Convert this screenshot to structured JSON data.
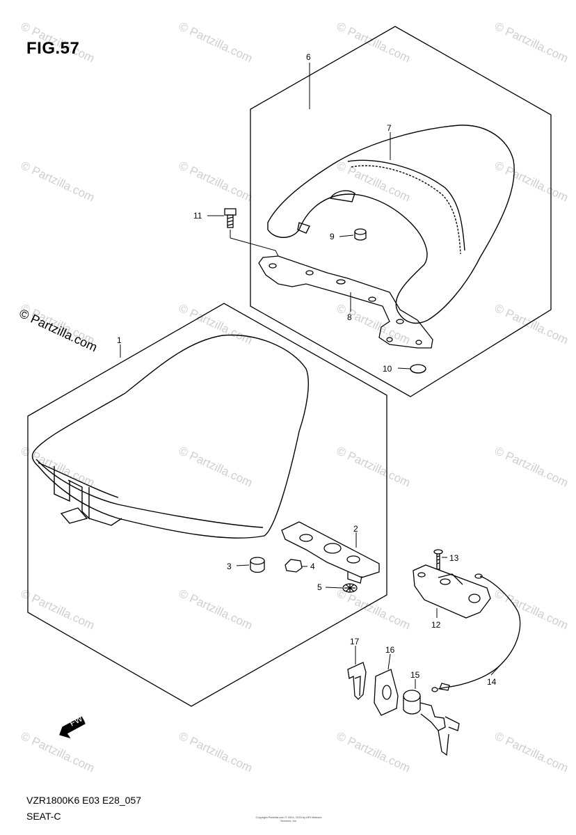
{
  "figure": {
    "title": "FIG.57",
    "model_code": "VZR1800K6 E03 E28_057",
    "section_name": "SEAT-C",
    "copyright_big": "© Partzilla.com",
    "copyright_small": "Copyright Partzilla.com © 2024, 2025 by ARI Network Services, Inc."
  },
  "watermark": "© Partzilla.com",
  "front_marker": "FWD",
  "callouts": [
    {
      "id": "1",
      "label": "1"
    },
    {
      "id": "2",
      "label": "2"
    },
    {
      "id": "3",
      "label": "3"
    },
    {
      "id": "4",
      "label": "4"
    },
    {
      "id": "5",
      "label": "5"
    },
    {
      "id": "6",
      "label": "6"
    },
    {
      "id": "7",
      "label": "7"
    },
    {
      "id": "8",
      "label": "8"
    },
    {
      "id": "9",
      "label": "9"
    },
    {
      "id": "10",
      "label": "10"
    },
    {
      "id": "11",
      "label": "11"
    },
    {
      "id": "12",
      "label": "12"
    },
    {
      "id": "13",
      "label": "13"
    },
    {
      "id": "14",
      "label": "14"
    },
    {
      "id": "15",
      "label": "15"
    },
    {
      "id": "16",
      "label": "16"
    },
    {
      "id": "17",
      "label": "17"
    }
  ]
}
